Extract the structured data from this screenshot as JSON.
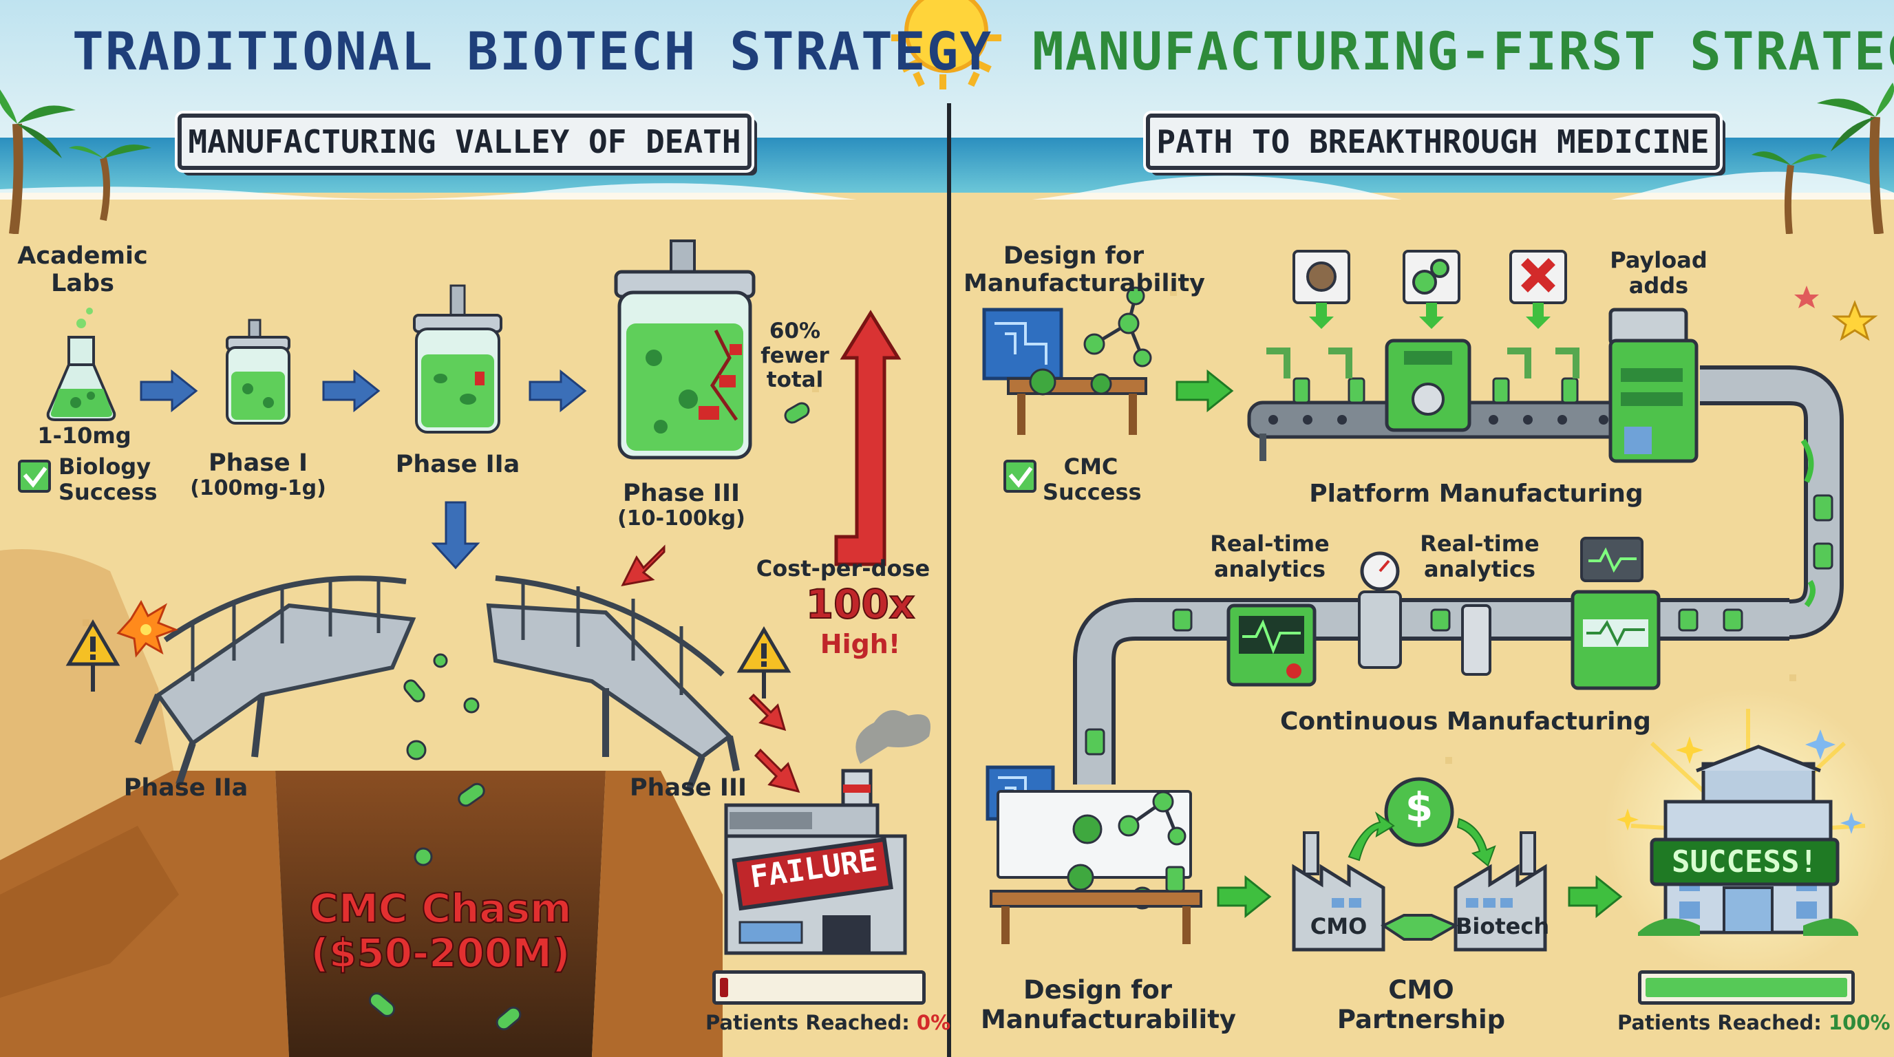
{
  "titles": {
    "left": "TRADITIONAL BIOTECH STRATEGY",
    "right": "MANUFACTURING-FIRST STRATEGY"
  },
  "banners": {
    "left": "MANUFACTURING VALLEY OF DEATH",
    "right": "PATH TO BREAKTHROUGH MEDICINE"
  },
  "traditional": {
    "academic_labs": "Academic\nLabs",
    "lab_amount": "1-10mg",
    "biology_success": "Biology\nSuccess",
    "phase1": "Phase I",
    "phase1_amount": "(100mg-1g)",
    "phase2a": "Phase IIa",
    "phase3": "Phase III",
    "phase3_amount": "(10-100kg)",
    "fewer": "60%\nfewer\ntotal",
    "cost_label": "Cost-per-dose",
    "cost_value": "100x",
    "cost_sub": "High!",
    "bridge_left": "Phase IIa",
    "bridge_right": "Phase III",
    "chasm": "CMC Chasm\n($50-200M)",
    "failure": "FAILURE",
    "patients_label": "Patients Reached: ",
    "patients_value": "0%",
    "patients_fraction": 0.04
  },
  "manufacturing": {
    "design_top": "Design for\nManufacturability",
    "cmc_success": "CMC\nSuccess",
    "payload": "Payload\nadds",
    "platform": "Platform Manufacturing",
    "analytics1": "Real-time\nanalytics",
    "analytics2": "Real-time\nanalytics",
    "continuous": "Continuous Manufacturing",
    "design_bottom": "Design for\nManufacturability",
    "cmo": "CMO",
    "biotech": "Biotech",
    "dollar": "$",
    "partnership": "CMO\nPartnership",
    "success": "SUCCESS!",
    "patients_label": "Patients Reached: ",
    "patients_value": "100%",
    "patients_fraction": 1.0
  },
  "colors": {
    "title_left": "#1f3f7a",
    "title_right": "#2e8b3a",
    "green": "#3fbf3f",
    "red": "#d32a2a",
    "sand": "#f2d99a",
    "sky": "#cde9f2",
    "sea": "#3aa6c9"
  },
  "icons": [
    "sun-icon",
    "palm-tree-icon",
    "flask-icon",
    "bioreactor-icon",
    "bridge-icon",
    "warning-icon",
    "factory-icon",
    "gear-icon",
    "conveyor-icon",
    "pipe-icon",
    "gauge-icon",
    "monitor-icon",
    "handshake-icon",
    "dollar-icon",
    "hospital-icon",
    "sparkle-icon",
    "star-icon",
    "checkbox-icon",
    "arrow-icon",
    "molecule-icon",
    "blueprint-icon"
  ]
}
